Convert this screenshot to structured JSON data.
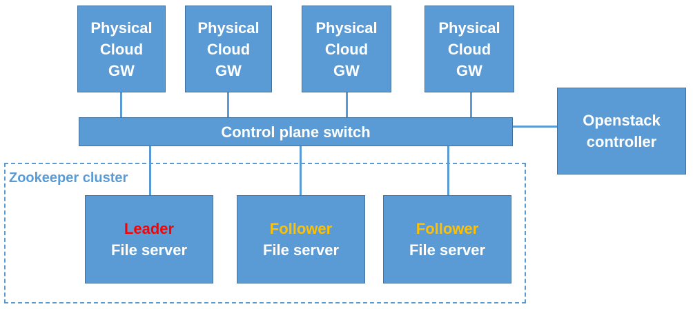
{
  "colors": {
    "box_fill": "#5b9bd5",
    "box_text": "#ffffff",
    "leader_role": "#ff0000",
    "follower_role": "#ffc000",
    "cluster_border": "#5b9bd5"
  },
  "gateways": [
    {
      "line1": "Physical",
      "line2": "Cloud",
      "line3": "GW"
    },
    {
      "line1": "Physical",
      "line2": "Cloud",
      "line3": "GW"
    },
    {
      "line1": "Physical",
      "line2": "Cloud",
      "line3": "GW"
    },
    {
      "line1": "Physical",
      "line2": "Cloud",
      "line3": "GW"
    }
  ],
  "switch": {
    "label": "Control plane switch"
  },
  "openstack": {
    "line1": "Openstack",
    "line2": "controller"
  },
  "cluster": {
    "label": "Zookeeper cluster"
  },
  "servers": [
    {
      "role": "Leader",
      "label": "File server"
    },
    {
      "role": "Follower",
      "label": "File server"
    },
    {
      "role": "Follower",
      "label": "File server"
    }
  ]
}
